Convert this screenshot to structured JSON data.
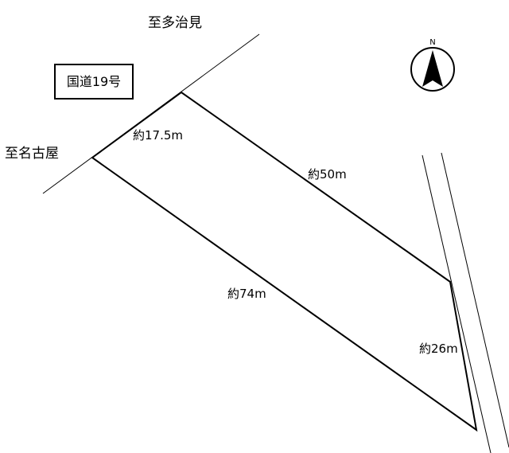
{
  "directions": {
    "to_tajimi": "至多治見",
    "to_nagoya": "至名古屋"
  },
  "road": {
    "name": "国道19号"
  },
  "compass": {
    "north_label": "N"
  },
  "dimensions": {
    "northwest_side": "約17.5m",
    "northeast_side": "約50m",
    "southwest_side": "約74m",
    "southeast_side": "約26m"
  },
  "colors": {
    "line": "#000000",
    "background": "#ffffff"
  }
}
